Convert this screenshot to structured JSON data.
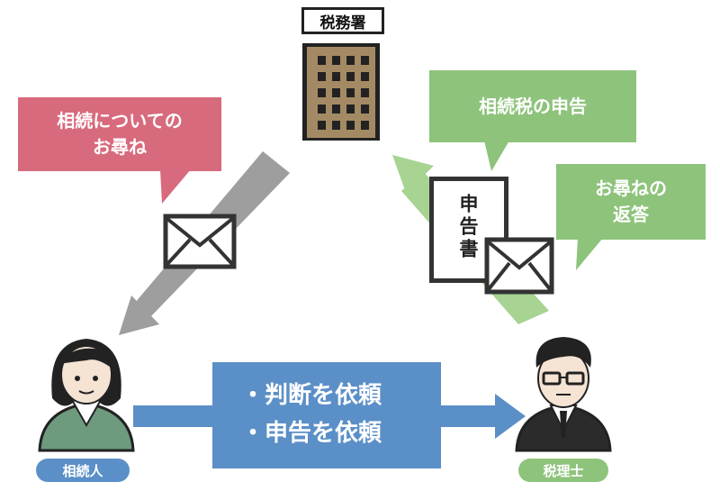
{
  "tax_office": {
    "label": "税務署"
  },
  "heir": {
    "label": "相続人"
  },
  "accountant": {
    "label": "税理士"
  },
  "inquiry_bubble": {
    "line1": "相続についての",
    "line2": "お尋ね"
  },
  "filing_bubble": {
    "text": "相続税の申告"
  },
  "answer_bubble": {
    "line1": "お尋ねの",
    "line2": "返答"
  },
  "document": {
    "text": "申告書"
  },
  "request": {
    "item1": "・判断を依頼",
    "item2": "・申告を依頼"
  },
  "colors": {
    "pink": "#d86a7d",
    "green": "#8ec37b",
    "blue": "#5b8fc7",
    "gray_arrow": "#9e9e9e",
    "building": "#a48a64"
  }
}
